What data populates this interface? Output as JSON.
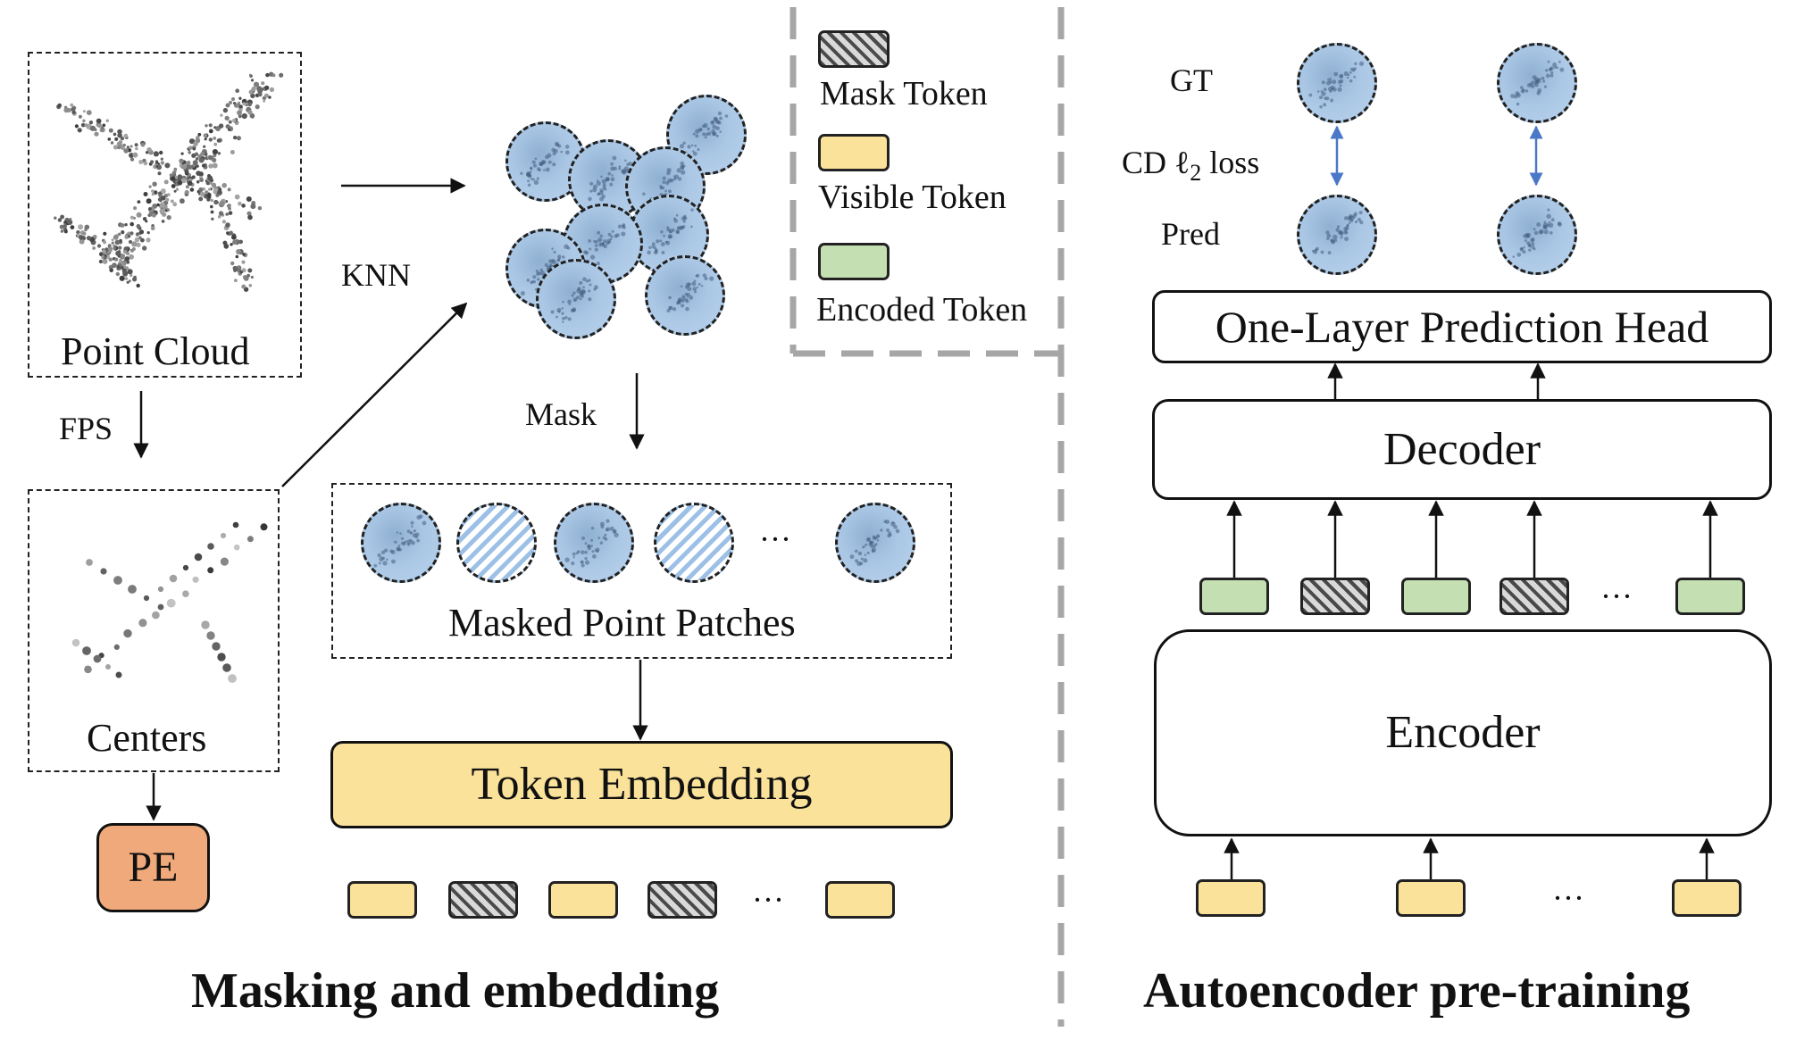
{
  "left": {
    "point_cloud_label": "Point Cloud",
    "fps_label": "FPS",
    "centers_label": "Centers",
    "pe_label": "PE",
    "knn_label": "KNN",
    "mask_label": "Mask",
    "masked_patches_label": "Masked Point Patches",
    "patch_ellipsis": "···",
    "token_embedding_label": "Token Embedding",
    "token_row_ellipsis": "···",
    "section_title": "Masking and embedding"
  },
  "legend": {
    "mask_token": "Mask Token",
    "visible_token": "Visible Token",
    "encoded_token": "Encoded Token"
  },
  "right": {
    "gt_label": "GT",
    "loss_label": "CD ℓ",
    "loss_sub": "2",
    "loss_suffix": "loss",
    "pred_label": "Pred",
    "prediction_head_label": "One-Layer Prediction Head",
    "decoder_label": "Decoder",
    "encoder_label": "Encoder",
    "encoded_row_ellipsis": "···",
    "input_row_ellipsis": "···",
    "section_title": "Autoencoder pre-training"
  },
  "colors": {
    "visible_token": "#fbe29a",
    "encoded_token": "#c4e0b2",
    "pe_box": "#f0a97a",
    "token_embedding": "#fbe29a",
    "patch_blue": "#a9c6e4",
    "loss_arrow": "#4a78c8",
    "divider": "#a6a6a6"
  }
}
